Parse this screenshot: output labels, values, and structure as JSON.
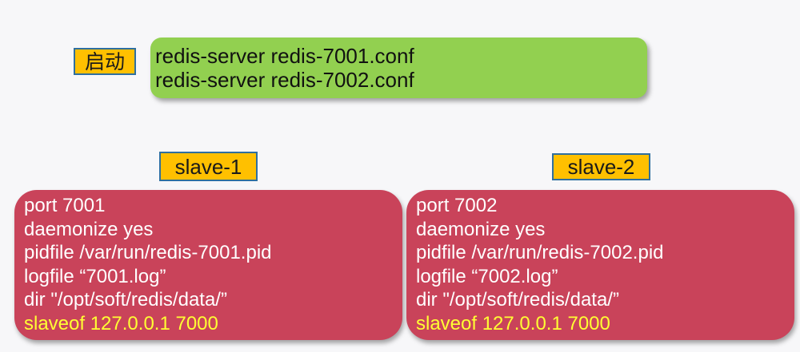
{
  "start": {
    "label": "启动",
    "commands": [
      "redis-server redis-7001.conf",
      "redis-server redis-7002.conf"
    ]
  },
  "slaves": [
    {
      "label": "slave-1",
      "config": [
        "port 7001",
        "daemonize yes",
        "pidfile /var/run/redis-7001.pid",
        "logfile   “7001.log”",
        "dir \"/opt/soft/redis/data/”",
        "slaveof 127.0.0.1 7000"
      ]
    },
    {
      "label": "slave-2",
      "config": [
        "port 7002",
        "daemonize yes",
        "pidfile /var/run/redis-7002.pid",
        "logfile   “7002.log”",
        "dir \"/opt/soft/redis/data/”",
        "slaveof 127.0.0.1 7000"
      ]
    }
  ],
  "colors": {
    "tag_fill": "#ffc000",
    "tag_border": "#2f6f9f",
    "command_box": "#92d050",
    "config_box": "#c9435a",
    "config_text": "#ffffff",
    "highlight_text": "#ffff33"
  }
}
